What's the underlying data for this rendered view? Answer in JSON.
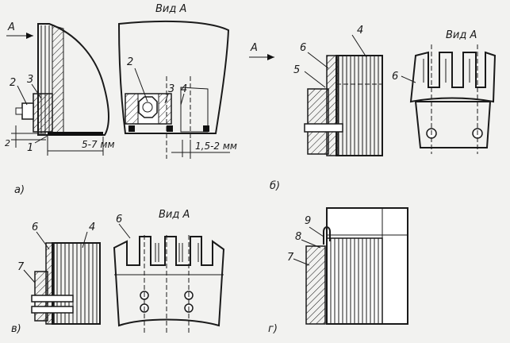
{
  "labels": {
    "view_a": "Вид А",
    "a_letter": "А",
    "dim_5_7": "5-7 мм",
    "dim_1_5_2": "1,5-2 мм",
    "dim_2": "2",
    "n1": "1",
    "n2": "2",
    "n3": "3",
    "n4": "4",
    "n5": "5",
    "n6": "6",
    "n7": "7",
    "n8": "8",
    "n9": "9",
    "cap_a": "а)",
    "cap_b": "б)",
    "cap_v": "в)",
    "cap_g": "г)"
  }
}
